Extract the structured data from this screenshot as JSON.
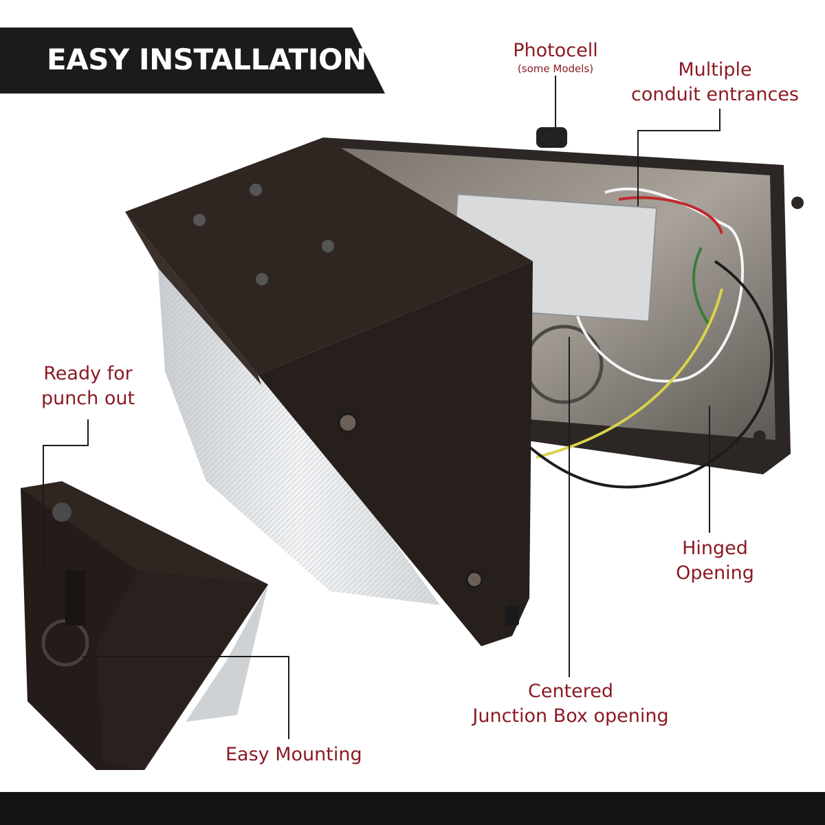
{
  "title": "EASY INSTALLATION",
  "labels": {
    "photocell": "Photocell",
    "photocell_note": "(some Models)",
    "multiple_conduit_line1": "Multiple",
    "multiple_conduit_line2": "conduit entrances",
    "ready_line1": "Ready for",
    "ready_line2": "punch out",
    "hinged_line1": "Hinged",
    "hinged_line2": "Opening",
    "centered_line1": "Centered",
    "centered_line2": "Junction Box opening",
    "easy_mounting": "Easy Mounting"
  },
  "colors": {
    "label": "#8a1a24",
    "housing": "#2e2420",
    "banner": "#1b1b1b"
  }
}
